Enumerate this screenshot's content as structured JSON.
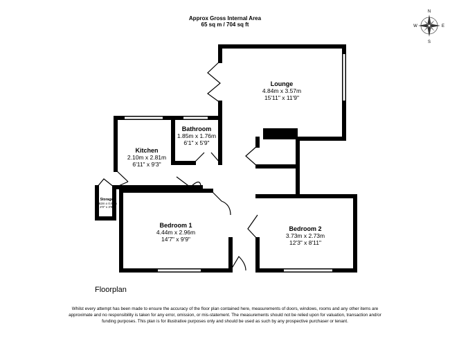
{
  "header": {
    "title": "Approx Gross Internal Area",
    "area": "65 sq m / 704 sq ft"
  },
  "compass": {
    "n": "N",
    "e": "E",
    "s": "S",
    "w": "W"
  },
  "rooms": [
    {
      "name": "Lounge",
      "metric": "4.84m x 3.57m",
      "imperial": "15'11\" x 11'9\""
    },
    {
      "name": "Bathroom",
      "metric": "1.85m x 1.76m",
      "imperial": "6'1\" x 5'9\""
    },
    {
      "name": "Kitchen",
      "metric": "2.10m x 2.81m",
      "imperial": "6'11\" x 9'3\""
    },
    {
      "name": "Storage",
      "metric": "0.62m x 0.91m",
      "imperial": "2'0\" x 3'0\""
    },
    {
      "name": "Bedroom 1",
      "metric": "4.44m x 2.96m",
      "imperial": "14'7\" x 9'9\""
    },
    {
      "name": "Bedroom 2",
      "metric": "3.73m x 2.73m",
      "imperial": "12'3\" x 8'11\""
    }
  ],
  "floor_label": "Floorplan",
  "disclaimer": "Whilst every attempt has been made to ensure the accuracy of the floor plan contained here, measurements of doors, windows, rooms and any other items are approximate and no responsibility is taken for any error, omission, or mis-statement. The measurements should not be relied upon for valuation, transaction and/or funding purposes. This plan is for illustrative purposes only and should be used as such by any prospective purchaser or tenant."
}
